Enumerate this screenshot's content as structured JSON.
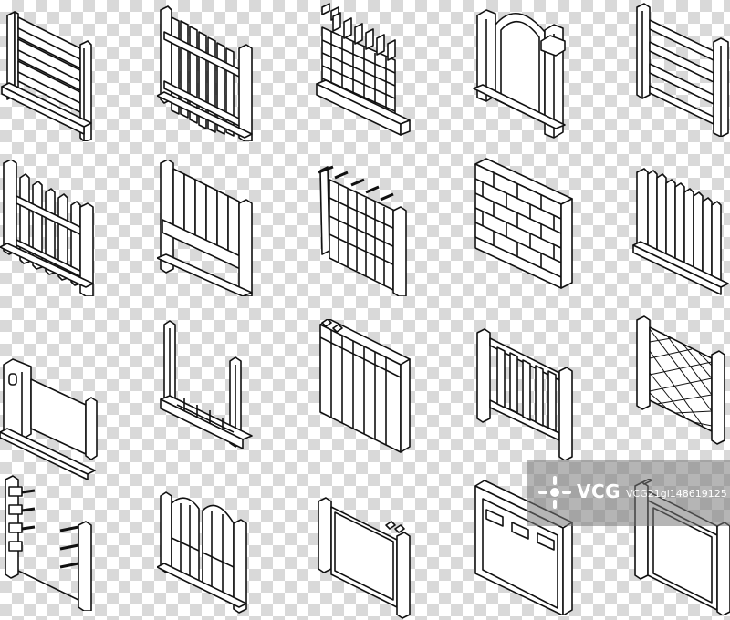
{
  "watermark": {
    "brand": "VCG",
    "id_text": "VCG21gi148619125"
  },
  "icons": [
    {
      "type": "horizontal-slat-fence"
    },
    {
      "type": "wooden-picket-fence"
    },
    {
      "type": "brick-fence-section"
    },
    {
      "type": "arched-gate"
    },
    {
      "type": "post-and-rail-fence"
    },
    {
      "type": "picket-fence"
    },
    {
      "type": "vertical-board-fence"
    },
    {
      "type": "spiked-grid-fence"
    },
    {
      "type": "brick-wall"
    },
    {
      "type": "vertical-slat-fence"
    },
    {
      "type": "gate-with-lock"
    },
    {
      "type": "post-frame"
    },
    {
      "type": "vertical-plank-fence"
    },
    {
      "type": "bar-railing"
    },
    {
      "type": "mesh-fence"
    },
    {
      "type": "barbed-post-fence"
    },
    {
      "type": "double-gate"
    },
    {
      "type": "solid-panel-fence"
    },
    {
      "type": "panel-fence-with-windows"
    },
    {
      "type": "framed-panel-fence"
    }
  ]
}
